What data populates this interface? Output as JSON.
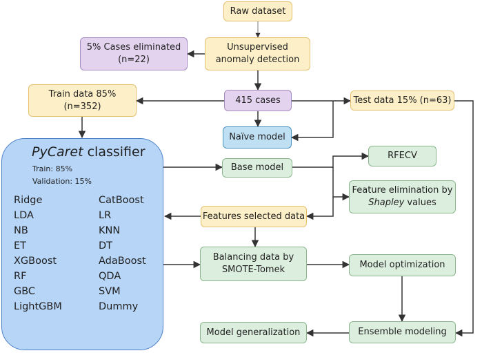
{
  "nodes": {
    "raw": "Raw dataset",
    "anomaly": [
      "Unsupervised",
      "anomaly detection"
    ],
    "eliminated": [
      "5% Cases eliminated",
      "(n=22)"
    ],
    "train": [
      "Train data 85%",
      "(n=352)"
    ],
    "cases": "415 cases",
    "test": "Test data 15% (n=63)",
    "naive": "Naïve model",
    "base": "Base model",
    "rfecv": "RFECV",
    "shapley": {
      "line1": "Feature elimination by",
      "italic": "Shapley",
      "rest": " values"
    },
    "features": "Features selected data",
    "balancing": [
      "Balancing data by",
      "SMOTE-Tomek"
    ],
    "optimization": "Model optimization",
    "ensemble": "Ensemble modeling",
    "generalization": "Model generalization"
  },
  "pycaret": {
    "title_italic": "PyCaret",
    "title_rest": " classifier",
    "train": "Train: 85%",
    "validation": "Validation:  15%",
    "models_left": [
      "Ridge",
      "LDA",
      "NB",
      "ET",
      "XGBoost",
      "RF",
      "GBC",
      "LightGBM"
    ],
    "models_right": [
      "CatBoost",
      "LR",
      "KNN",
      "DT",
      "AdaBoost",
      "QDA",
      "SVM",
      "Dummy"
    ]
  }
}
